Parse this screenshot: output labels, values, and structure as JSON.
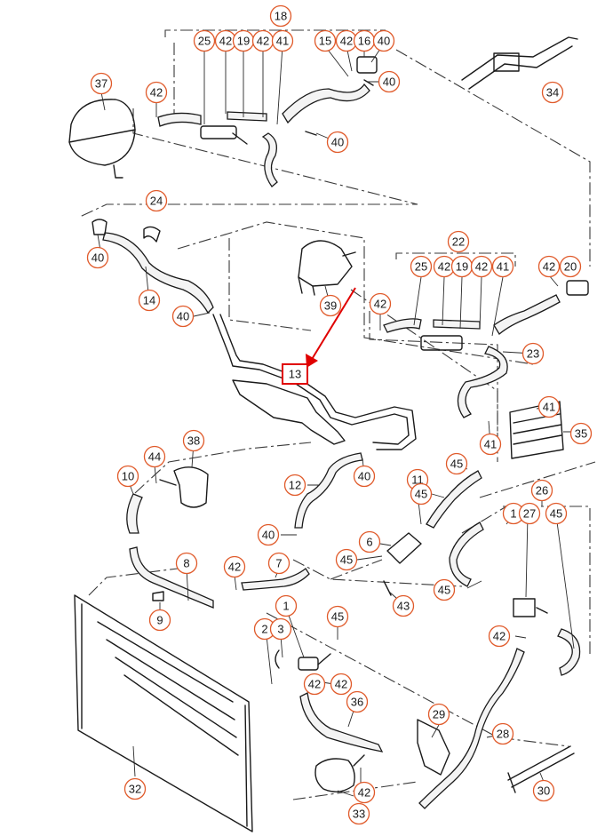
{
  "callouts": [
    {
      "label": "18"
    },
    {
      "label": "25"
    },
    {
      "label": "42"
    },
    {
      "label": "19"
    },
    {
      "label": "42"
    },
    {
      "label": "41"
    },
    {
      "label": "15"
    },
    {
      "label": "42"
    },
    {
      "label": "16"
    },
    {
      "label": "40"
    },
    {
      "label": "40"
    },
    {
      "label": "34"
    },
    {
      "label": "37"
    },
    {
      "label": "42"
    },
    {
      "label": "40"
    },
    {
      "label": "24"
    },
    {
      "label": "40"
    },
    {
      "label": "14"
    },
    {
      "label": "40"
    },
    {
      "label": "39"
    },
    {
      "label": "22"
    },
    {
      "label": "25"
    },
    {
      "label": "42"
    },
    {
      "label": "19"
    },
    {
      "label": "42"
    },
    {
      "label": "41"
    },
    {
      "label": "42"
    },
    {
      "label": "20"
    },
    {
      "label": "42"
    },
    {
      "label": "23"
    },
    {
      "label": "41"
    },
    {
      "label": "35"
    },
    {
      "label": "41"
    },
    {
      "label": "38"
    },
    {
      "label": "44"
    },
    {
      "label": "10"
    },
    {
      "label": "12"
    },
    {
      "label": "40"
    },
    {
      "label": "45"
    },
    {
      "label": "11"
    },
    {
      "label": "45"
    },
    {
      "label": "26"
    },
    {
      "label": "1"
    },
    {
      "label": "27"
    },
    {
      "label": "45"
    },
    {
      "label": "42"
    },
    {
      "label": "40"
    },
    {
      "label": "6"
    },
    {
      "label": "45"
    },
    {
      "label": "8"
    },
    {
      "label": "42"
    },
    {
      "label": "7"
    },
    {
      "label": "43"
    },
    {
      "label": "45"
    },
    {
      "label": "9"
    },
    {
      "label": "1"
    },
    {
      "label": "2"
    },
    {
      "label": "3"
    },
    {
      "label": "45"
    },
    {
      "label": "42"
    },
    {
      "label": "42"
    },
    {
      "label": "36"
    },
    {
      "label": "29"
    },
    {
      "label": "28"
    },
    {
      "label": "32"
    },
    {
      "label": "42"
    },
    {
      "label": "33"
    },
    {
      "label": "30"
    }
  ],
  "highlight": {
    "label": "13"
  },
  "colors": {
    "callout": "#e05a2a",
    "highlight": "#e00000",
    "line": "#1a1a1a"
  }
}
